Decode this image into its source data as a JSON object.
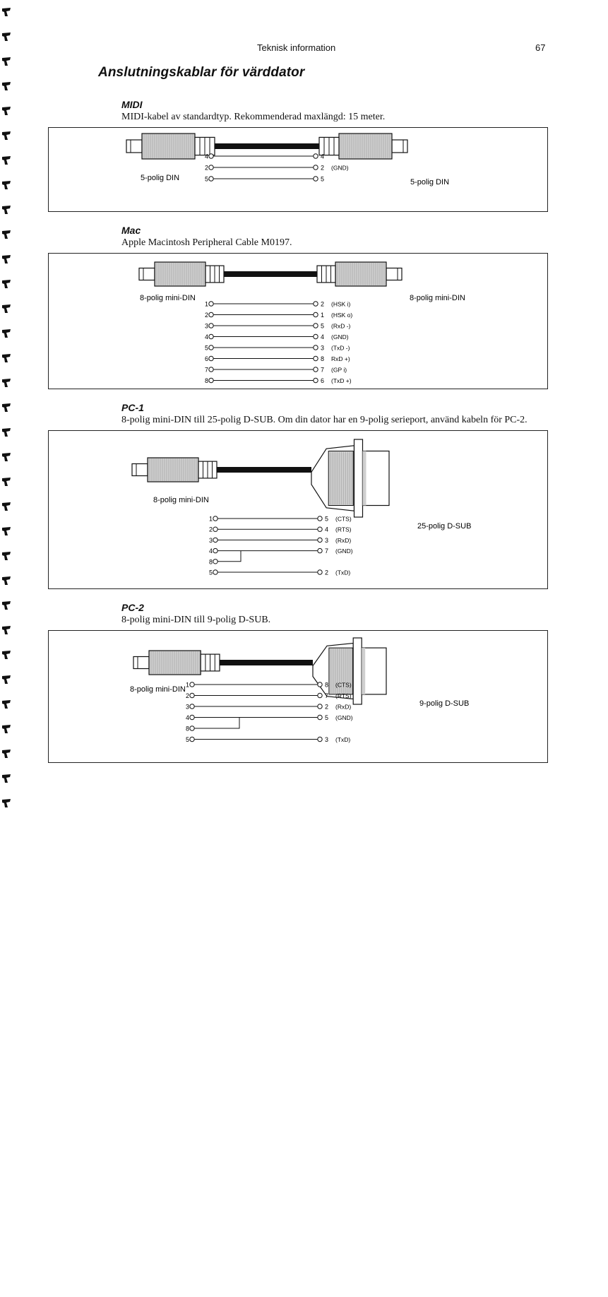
{
  "header": {
    "title": "Teknisk information",
    "page_number": "67"
  },
  "page_heading": "Anslutningskablar för värddator",
  "sections": {
    "midi": {
      "title": "MIDI",
      "description": "MIDI-kabel av standardtyp. Rekommenderad maxlängd: 15 meter.",
      "left_label": "5-polig DIN",
      "right_label": "5-polig DIN",
      "pins": [
        {
          "left": "4",
          "right": "4",
          "signal": ""
        },
        {
          "left": "2",
          "right": "2",
          "signal": "(GND)"
        },
        {
          "left": "5",
          "right": "5",
          "signal": ""
        }
      ]
    },
    "mac": {
      "title": "Mac",
      "description": "Apple Macintosh Peripheral Cable M0197.",
      "left_label": "8-polig mini-DIN",
      "right_label": "8-polig mini-DIN",
      "pins": [
        {
          "left": "1",
          "right": "2",
          "signal": "(HSK i)"
        },
        {
          "left": "2",
          "right": "1",
          "signal": "(HSK o)"
        },
        {
          "left": "3",
          "right": "5",
          "signal": "(RxD -)"
        },
        {
          "left": "4",
          "right": "4",
          "signal": "(GND)"
        },
        {
          "left": "5",
          "right": "3",
          "signal": "(TxD -)"
        },
        {
          "left": "6",
          "right": "8",
          "signal": "RxD +)"
        },
        {
          "left": "7",
          "right": "7",
          "signal": "(GP i)"
        },
        {
          "left": "8",
          "right": "6",
          "signal": "(TxD +)"
        }
      ]
    },
    "pc1": {
      "title": "PC-1",
      "description": "8-polig mini-DIN till 25-polig D-SUB. Om din dator har en 9-polig serieport, använd kabeln för PC-2.",
      "left_label": "8-polig mini-DIN",
      "right_label": "25-polig D-SUB",
      "pins": [
        {
          "left": "1",
          "right": "5",
          "signal": "(CTS)"
        },
        {
          "left": "2",
          "right": "4",
          "signal": "(RTS)"
        },
        {
          "left": "3",
          "right": "3",
          "signal": "(RxD)"
        },
        {
          "left": "4",
          "right": "7",
          "signal": "(GND)"
        },
        {
          "left": "8",
          "right": "",
          "signal": ""
        },
        {
          "left": "5",
          "right": "2",
          "signal": "(TxD)"
        }
      ]
    },
    "pc2": {
      "title": "PC-2",
      "description": "8-polig mini-DIN till 9-polig D-SUB.",
      "left_label": "8-polig mini-DIN",
      "right_label": "9-polig D-SUB",
      "pins": [
        {
          "left": "1",
          "right": "8",
          "signal": "(CTS)"
        },
        {
          "left": "2",
          "right": "7",
          "signal": "(RTS)"
        },
        {
          "left": "3",
          "right": "2",
          "signal": "(RxD)"
        },
        {
          "left": "4",
          "right": "5",
          "signal": "(GND)"
        },
        {
          "left": "8",
          "right": "",
          "signal": ""
        },
        {
          "left": "5",
          "right": "3",
          "signal": "(TxD)"
        }
      ]
    }
  }
}
